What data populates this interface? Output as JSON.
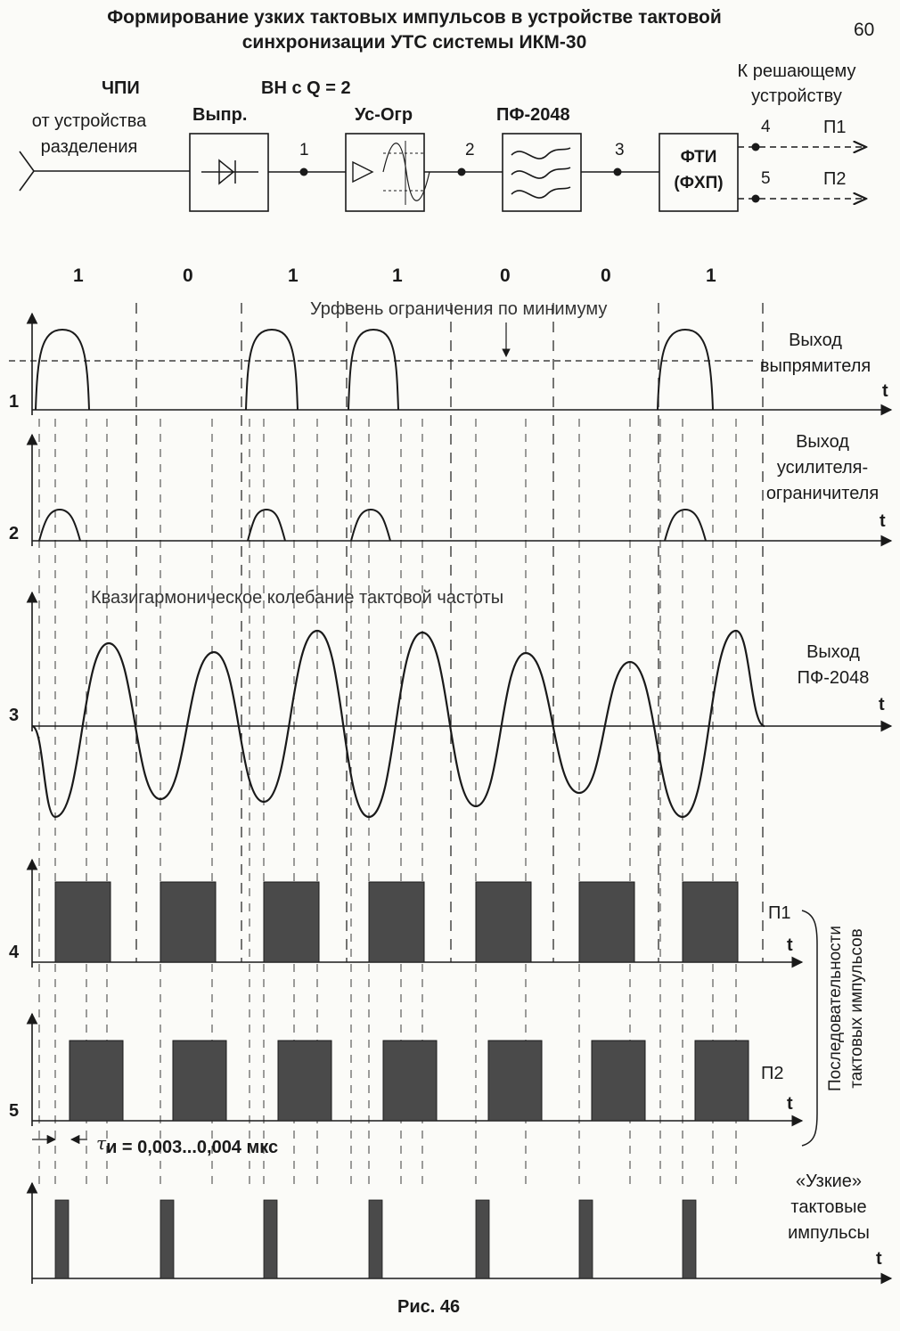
{
  "header": {
    "title_line1": "Формирование узких тактовых импульсов в устройстве тактовой",
    "title_line2": "синхронизации УТС системы ИКМ-30",
    "page_number": "60"
  },
  "block_diagram": {
    "input_code": "ЧПИ",
    "input_source_line1": "от устройства",
    "input_source_line2": "разделения",
    "vn_label": "ВН с Q = 2",
    "rectifier_label": "Выпр.",
    "amplifier_label": "Ус-Огр",
    "filter_label": "ПФ-2048",
    "fti_label_line1": "ФТИ",
    "fti_label_line2": "(ФХП)",
    "output_dest_line1": "К решающему",
    "output_dest_line2": "устройству",
    "point_1": "1",
    "point_2": "2",
    "point_3": "3",
    "point_4": "4",
    "point_5": "5",
    "out_p1": "П1",
    "out_p2": "П2"
  },
  "timing": {
    "bits": [
      "1",
      "0",
      "1",
      "1",
      "0",
      "0",
      "1"
    ],
    "clip_level_label": "Урфвень ограничения по минимуму",
    "row_numbers": [
      "1",
      "2",
      "3",
      "4",
      "5"
    ],
    "time_axis_label": "t",
    "rectifier_output_line1": "Выход",
    "rectifier_output_line2": "выпрямителя",
    "amp_output_line1": "Выход",
    "amp_output_line2": "усилителя-",
    "amp_output_line3": "ограничителя",
    "quasi_harmonic_label": "Квазигармоническое колебание тактовой частоты",
    "filter_output_line1": "Выход",
    "filter_output_line2": "ПФ-2048",
    "p1_label": "П1",
    "p2_label": "П2",
    "sequences_label_line1": "Последовательности",
    "sequences_label_line2": "тактовых импульсов",
    "pulse_width_symbol": "τ",
    "pulse_width_text": "и = 0,003...0,004 мкс",
    "narrow_pulses_line1": "«Узкие»",
    "narrow_pulses_line2": "тактовые",
    "narrow_pulses_line3": "импульсы"
  },
  "caption": "Рис. 46",
  "colors": {
    "ink": "#1a1a1a",
    "pulse_fill": "#4a4a4a",
    "paper": "#fbfbf8"
  }
}
